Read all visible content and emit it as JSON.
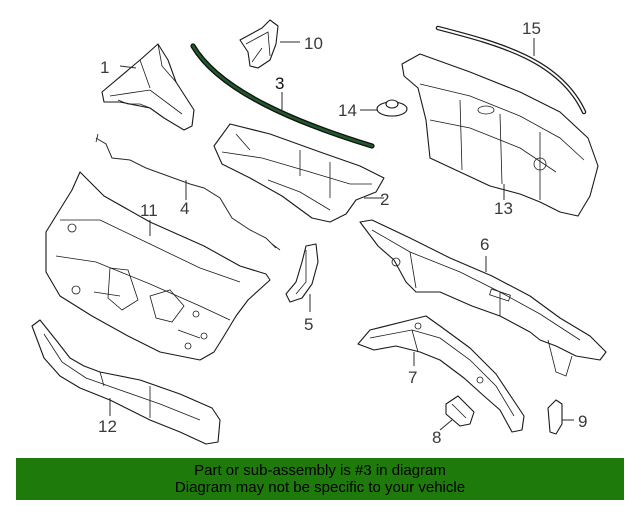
{
  "diagram": {
    "callouts": [
      {
        "id": "1",
        "label": "1"
      },
      {
        "id": "2",
        "label": "2"
      },
      {
        "id": "3",
        "label": "3"
      },
      {
        "id": "4",
        "label": "4"
      },
      {
        "id": "5",
        "label": "5"
      },
      {
        "id": "6",
        "label": "6"
      },
      {
        "id": "7",
        "label": "7"
      },
      {
        "id": "8",
        "label": "8"
      },
      {
        "id": "9",
        "label": "9"
      },
      {
        "id": "10",
        "label": "10"
      },
      {
        "id": "11",
        "label": "11"
      },
      {
        "id": "12",
        "label": "12"
      },
      {
        "id": "13",
        "label": "13"
      },
      {
        "id": "14",
        "label": "14"
      },
      {
        "id": "15",
        "label": "15"
      }
    ],
    "highlight_color": "#1f5a2a"
  },
  "banner": {
    "line1": "Part or sub-assembly is #3 in diagram",
    "line2": "Diagram may not be specific to your vehicle",
    "background": "#1f7a0c"
  }
}
